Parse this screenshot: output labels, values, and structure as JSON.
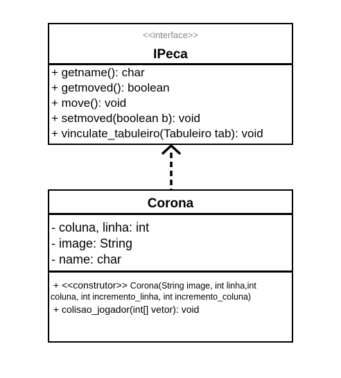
{
  "interface_box": {
    "stereotype": "<<interface>>",
    "name": "IPeca",
    "methods": [
      "+ getname(): char",
      "+ getmoved(): boolean",
      "+ move(): void",
      "+ setmoved(boolean b): void",
      "+ vinculate_tabuleiro(Tabuleiro tab): void"
    ]
  },
  "class_box": {
    "name": "Corona",
    "attributes": [
      "- coluna, linha: int",
      "- image: String",
      "- name: char"
    ],
    "constructor": {
      "prefix": " + <<construtor>> ",
      "signature_line1": "Corona(String image, int linha,int",
      "signature_line2": "coluna, int incremento_linha, int incremento_coluna)"
    },
    "methods": [
      " + colisao_jogador(int[] vetor): void"
    ]
  },
  "relationship": {
    "type": "realization",
    "style": "dashed-line-open-arrow"
  }
}
